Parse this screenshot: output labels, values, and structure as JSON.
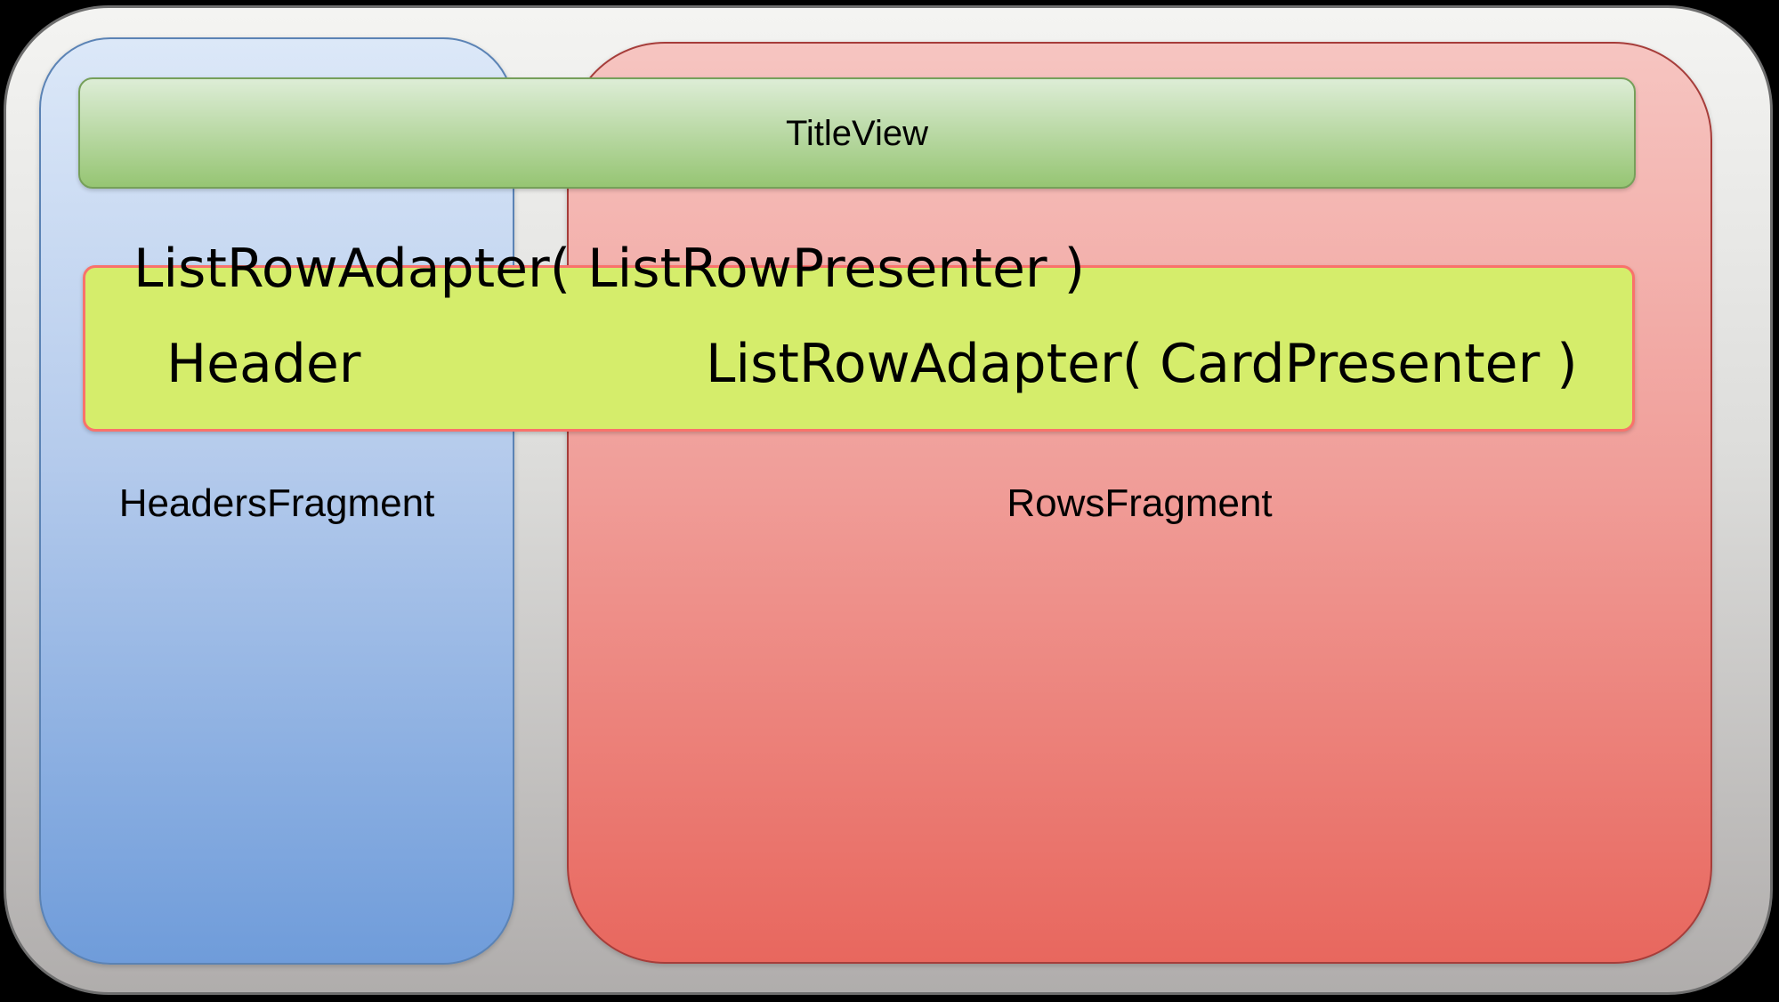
{
  "diagram": {
    "title_view": "TitleView",
    "list_row_adapter_presenter": "ListRowAdapter( ListRowPresenter )",
    "header": "Header",
    "list_row_adapter_card": "ListRowAdapter( CardPresenter )",
    "headers_fragment": "HeadersFragment",
    "rows_fragment": "RowsFragment"
  },
  "colors": {
    "background": "#000000",
    "text": "#000000",
    "outer_top": "#f4f4f2",
    "outer_bottom": "#b0adac",
    "outer_border": "#6e6e6e",
    "headers_top": "#dce8f8",
    "headers_bottom": "#6f9cda",
    "headers_border": "#5b83b5",
    "rows_top": "#f6c5c1",
    "rows_bottom": "#e8675e",
    "rows_border": "#a63d3a",
    "title_top": "#ddedd6",
    "title_bottom": "#96c573",
    "title_border": "#76a05a",
    "adapter_fill": "#d5ed6b",
    "adapter_border": "#f9726b"
  }
}
